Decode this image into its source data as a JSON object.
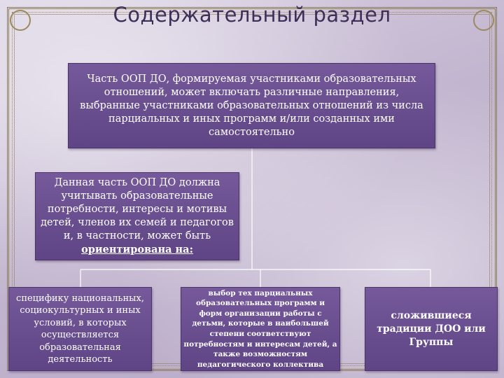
{
  "slide": {
    "title": "Содержательный раздел"
  },
  "boxes": {
    "top": "Часть ООП ДО, формируемая участниками образовательных отношений, может включать различные направления, выбранные участниками образовательных отношений из числа парциальных и иных программ и/или созданных ими самостоятельно",
    "middle": {
      "text": "Данная часть ООП ДО должна учитывать образовательные потребности, интересы и мотивы детей, членов их семей и педагогов и, в частности, может быть",
      "emphasis": "ориентирована на:"
    },
    "bottom_left": "специфику национальных, социокультурных и иных условий, в которых осуществляется образовательная деятельность",
    "bottom_center": "выбор тех парциальных образовательных программ и форм организации работы с детьми, которые в наибольшей степени соответствуют потребностям и интересам детей, а также возможностям педагогического коллектива",
    "bottom_right": "сложившиеся традиции ДОО или Группы"
  },
  "colors": {
    "box_fill": "#6a4f92",
    "connector": "#ffffff",
    "title": "#3d2f58",
    "frame": "#8a7a55"
  }
}
